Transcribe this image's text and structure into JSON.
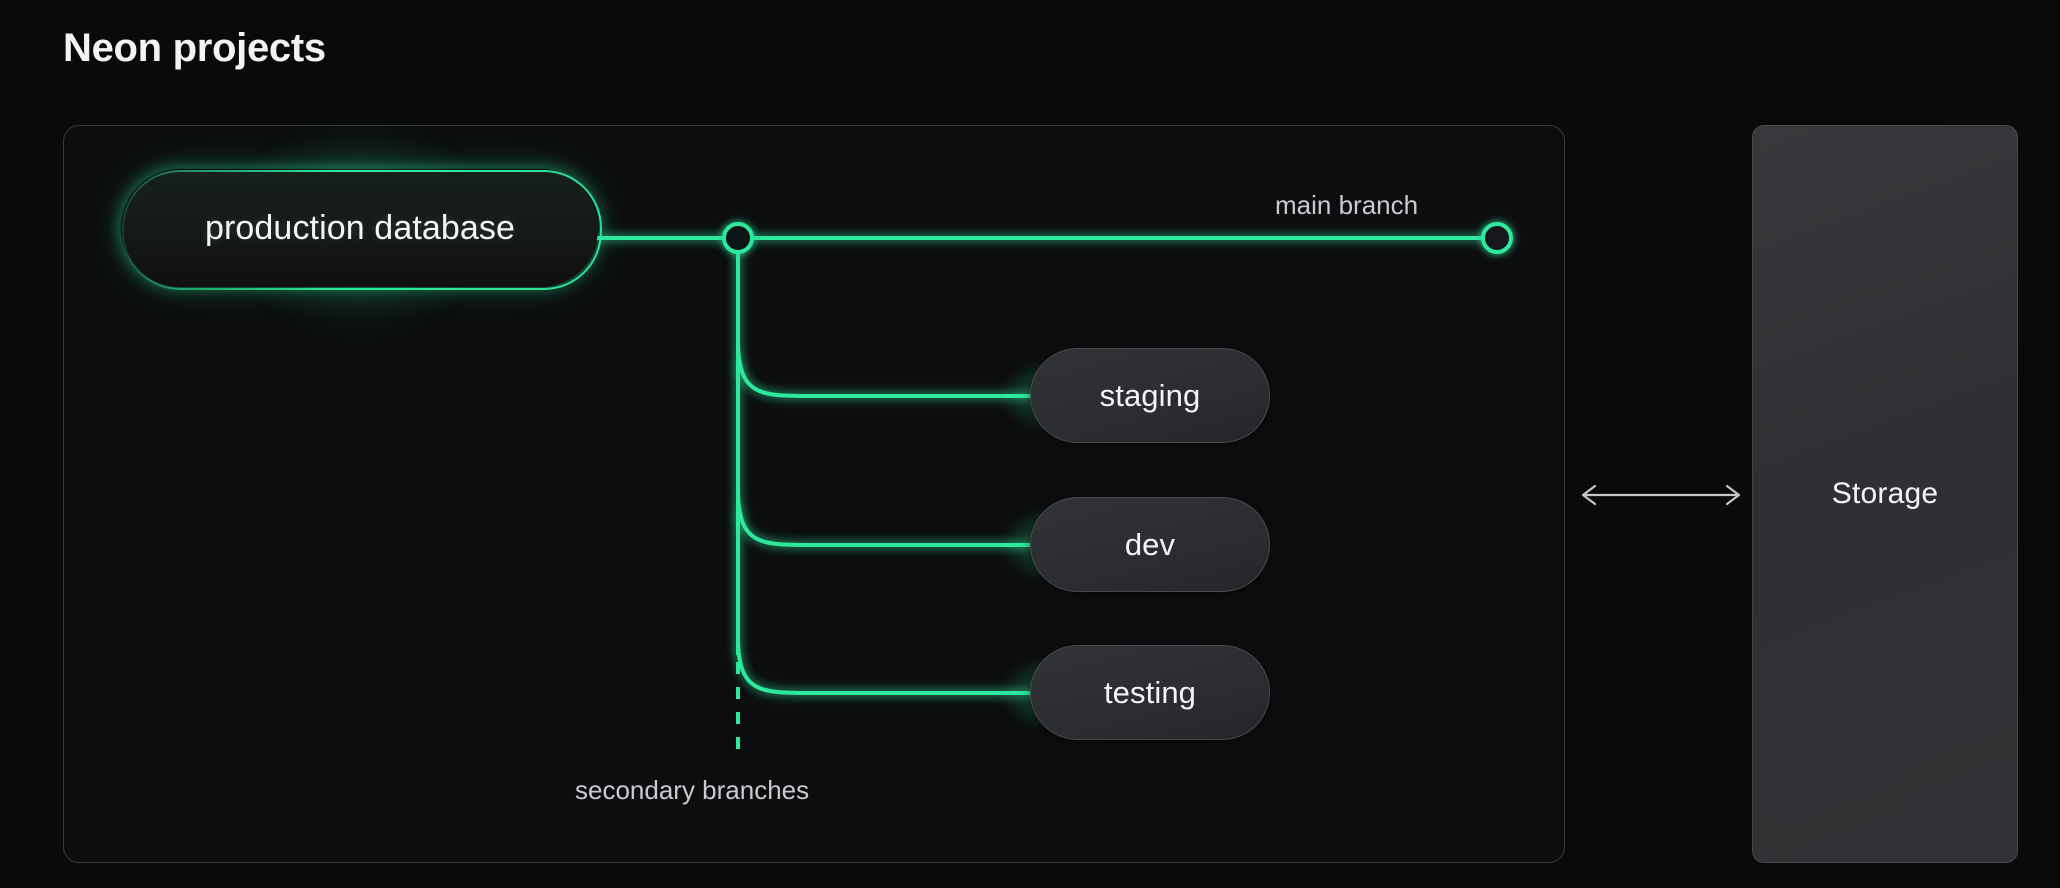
{
  "page": {
    "title": "Neon projects",
    "background": "#0a0a0b"
  },
  "colors": {
    "accent_green": "#2ee89e",
    "node_fill": "#2b2d30",
    "node_border": "#47494c",
    "container_border": "#38393c",
    "storage_fill": "#303235",
    "text_primary": "#f3f4f6",
    "text_muted": "#c9cbcf"
  },
  "diagram": {
    "type": "branching-tree",
    "project": {
      "primary_node": {
        "label": "production database",
        "style": "glowing-green-outline"
      },
      "branch_point": {
        "name": "branch-point-node",
        "shape": "circle-hollow"
      },
      "main_branch": {
        "label": "main branch",
        "endpoint_shape": "circle-hollow"
      },
      "secondary_label": "secondary branches",
      "secondary_branches": [
        {
          "label": "staging"
        },
        {
          "label": "dev"
        },
        {
          "label": "testing"
        }
      ]
    },
    "storage": {
      "label": "Storage",
      "connector": "bidirectional-arrow"
    }
  }
}
